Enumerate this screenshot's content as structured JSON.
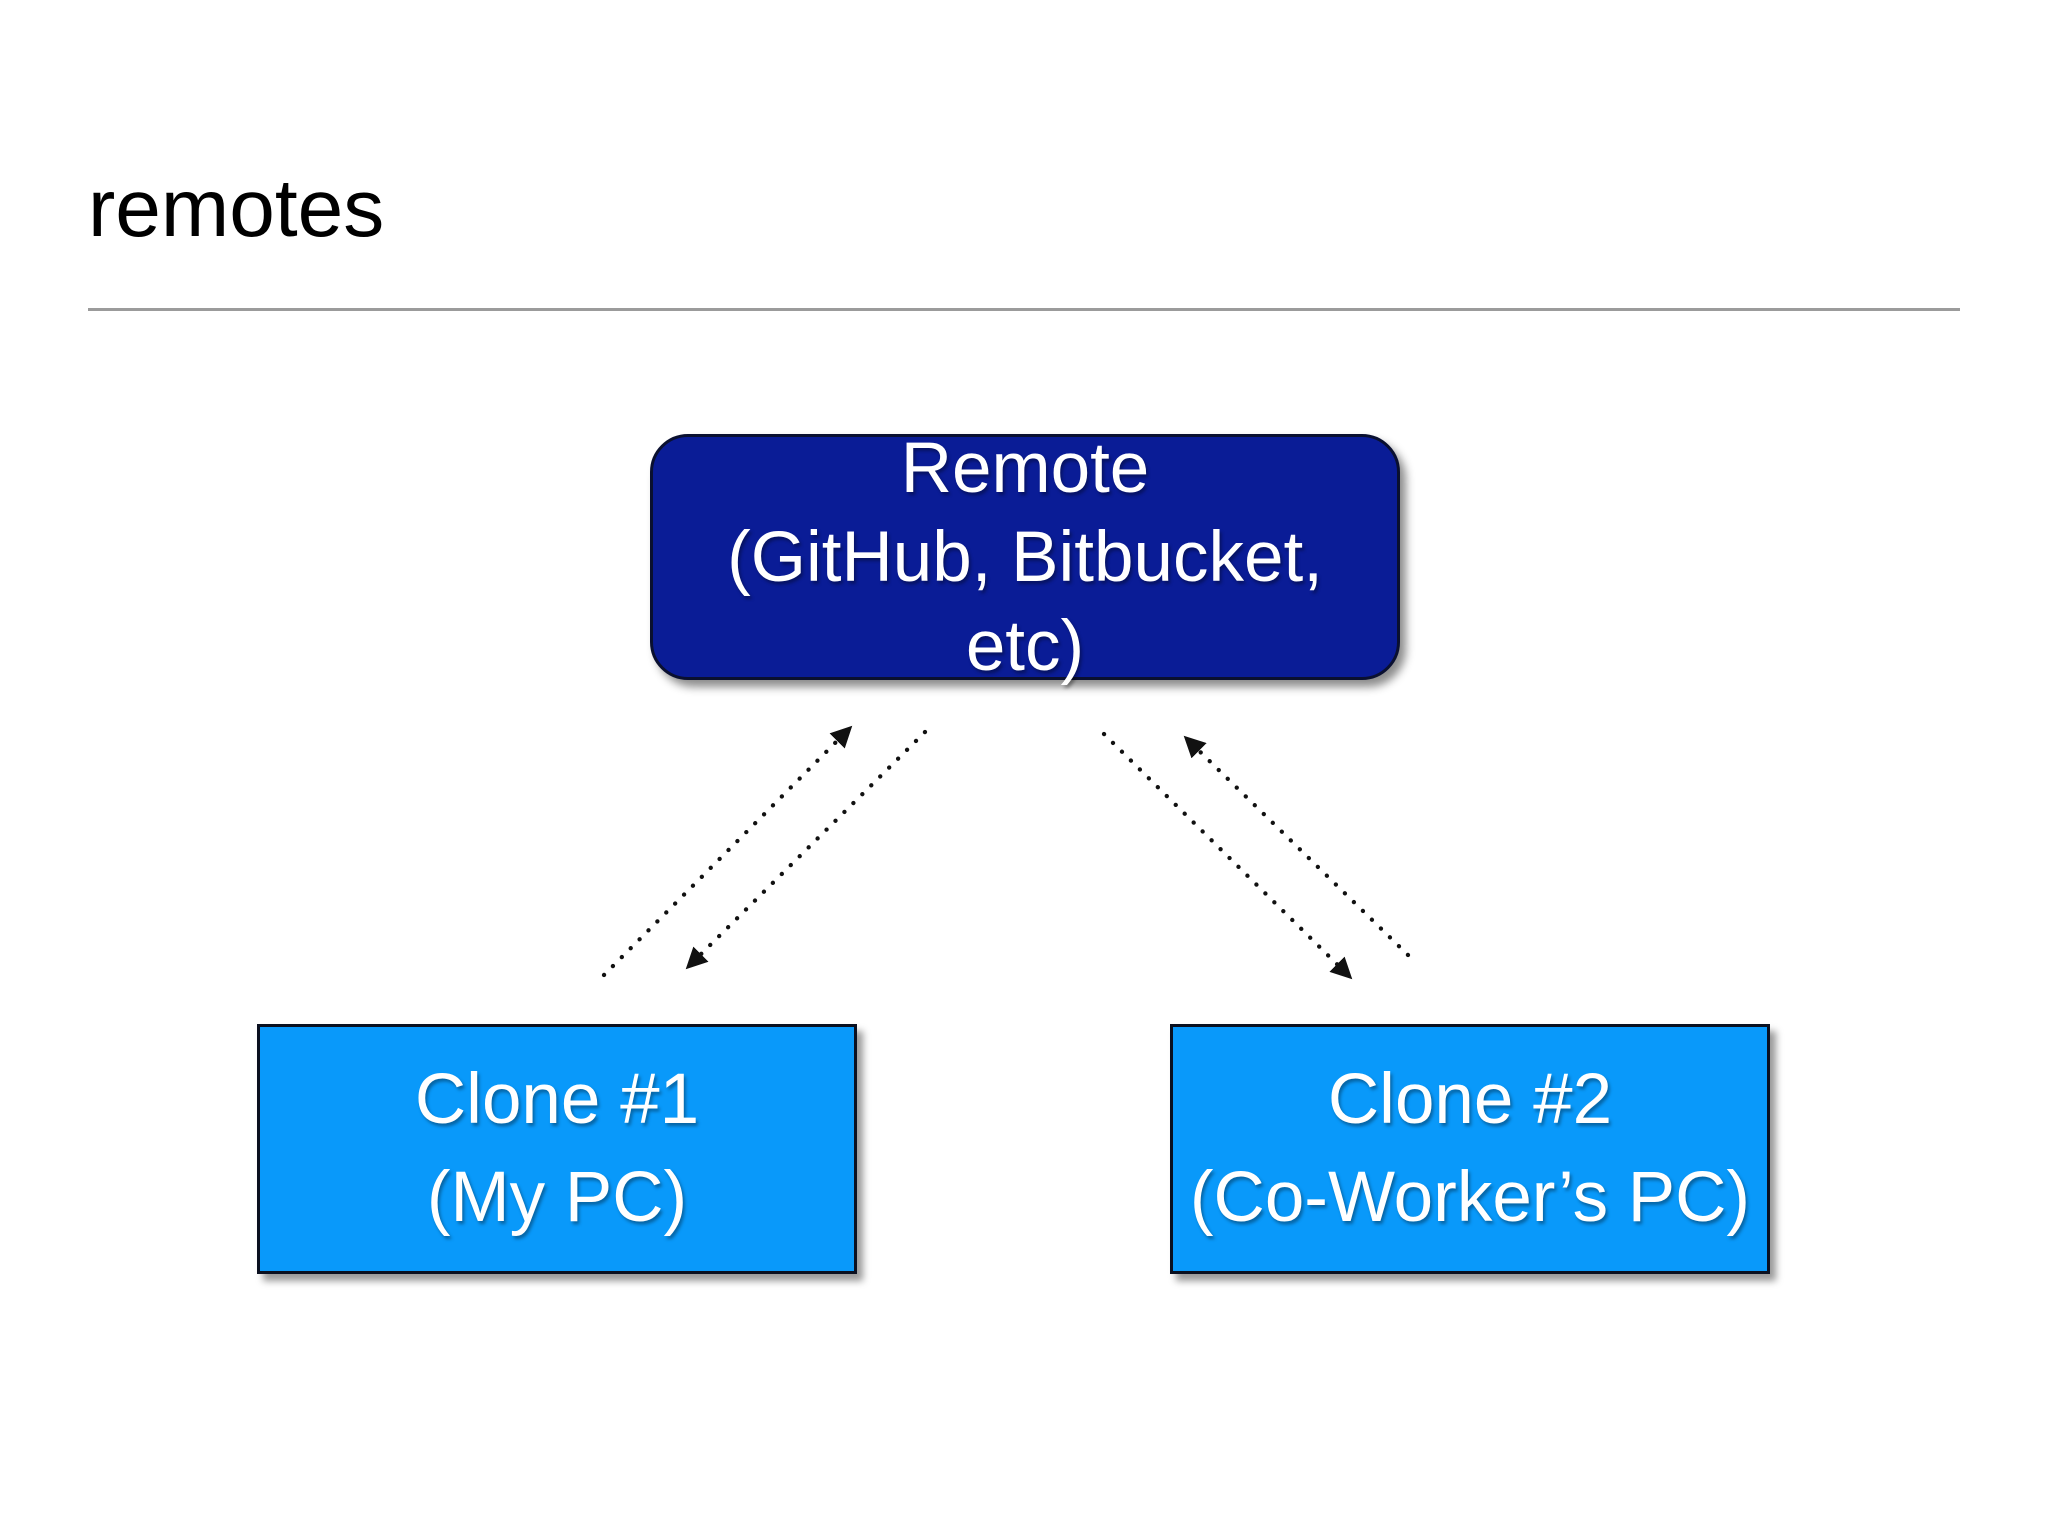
{
  "slide": {
    "title": "remotes",
    "nodes": {
      "remote": {
        "label": "Remote (GitHub, Bitbucket, etc)",
        "lines": [
          "Remote",
          "(GitHub, Bitbucket,",
          "etc)"
        ],
        "fill": "#0a1c96",
        "text_color": "#ffffff",
        "shape": "rounded-rectangle"
      },
      "clone1": {
        "label": "Clone #1 (My PC)",
        "lines": [
          "Clone #1",
          "(My PC)"
        ],
        "fill": "#0999fa",
        "text_color": "#ffffff",
        "shape": "rectangle"
      },
      "clone2": {
        "label": "Clone #2 (Co-Worker’s PC)",
        "lines": [
          "Clone #2",
          "(Co-Worker’s PC)"
        ],
        "fill": "#0999fa",
        "text_color": "#ffffff",
        "shape": "rectangle"
      }
    },
    "connections": [
      {
        "from": "clone1",
        "to": "remote",
        "style": "dotted",
        "arrowhead": "to"
      },
      {
        "from": "remote",
        "to": "clone1",
        "style": "dotted",
        "arrowhead": "to"
      },
      {
        "from": "clone2",
        "to": "remote",
        "style": "dotted",
        "arrowhead": "to"
      },
      {
        "from": "remote",
        "to": "clone2",
        "style": "dotted",
        "arrowhead": "to"
      }
    ],
    "colors": {
      "background": "#ffffff",
      "title_text": "#000000",
      "divider": "#9b9b9b",
      "arrow": "#111111",
      "remote_fill": "#0a1c96",
      "clone_fill": "#0999fa",
      "node_border": "#0a1020",
      "node_text": "#ffffff"
    }
  }
}
